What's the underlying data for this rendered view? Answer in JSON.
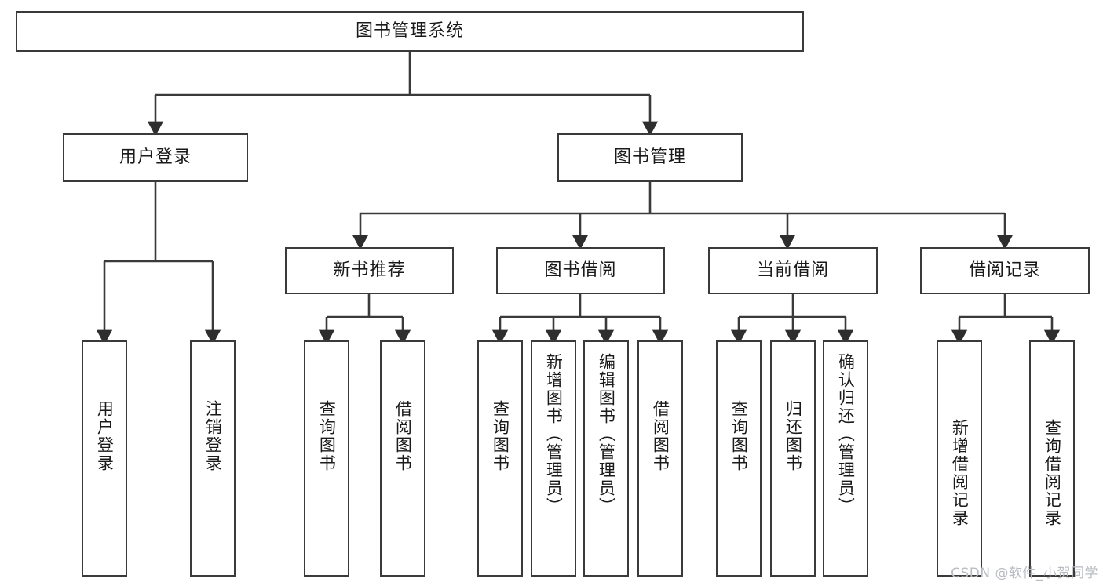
{
  "diagram": {
    "type": "hierarchy-tree",
    "title": "图书管理系统",
    "watermark": "CSDN @软件_小贺同学",
    "colors": {
      "background": "#ffffff",
      "node_border": "#3a3a3a",
      "node_fill": "#ffffff",
      "edge": "#3a3a3a",
      "text": "#1a1a1a",
      "watermark": "#b9bcc2"
    },
    "root": {
      "label": "图书管理系统"
    },
    "level2": [
      {
        "label": "用户登录"
      },
      {
        "label": "图书管理"
      }
    ],
    "level3": [
      {
        "label": "新书推荐"
      },
      {
        "label": "图书借阅"
      },
      {
        "label": "当前借阅"
      },
      {
        "label": "借阅记录"
      }
    ],
    "leaves": {
      "user_login": [
        {
          "label": "用户登录"
        },
        {
          "label": "注销登录"
        }
      ],
      "new_book_recommend": [
        {
          "label": "查询图书"
        },
        {
          "label": "借阅图书"
        }
      ],
      "book_borrow": [
        {
          "label": "查询图书"
        },
        {
          "label": "新增图书（管理员）"
        },
        {
          "label": "编辑图书（管理员）"
        },
        {
          "label": "借阅图书"
        }
      ],
      "current_borrow": [
        {
          "label": "查询图书"
        },
        {
          "label": "归还图书"
        },
        {
          "label": "确认归还（管理员）"
        }
      ],
      "borrow_record": [
        {
          "label": "新增借阅记录"
        },
        {
          "label": "查询借阅记录"
        }
      ]
    }
  }
}
